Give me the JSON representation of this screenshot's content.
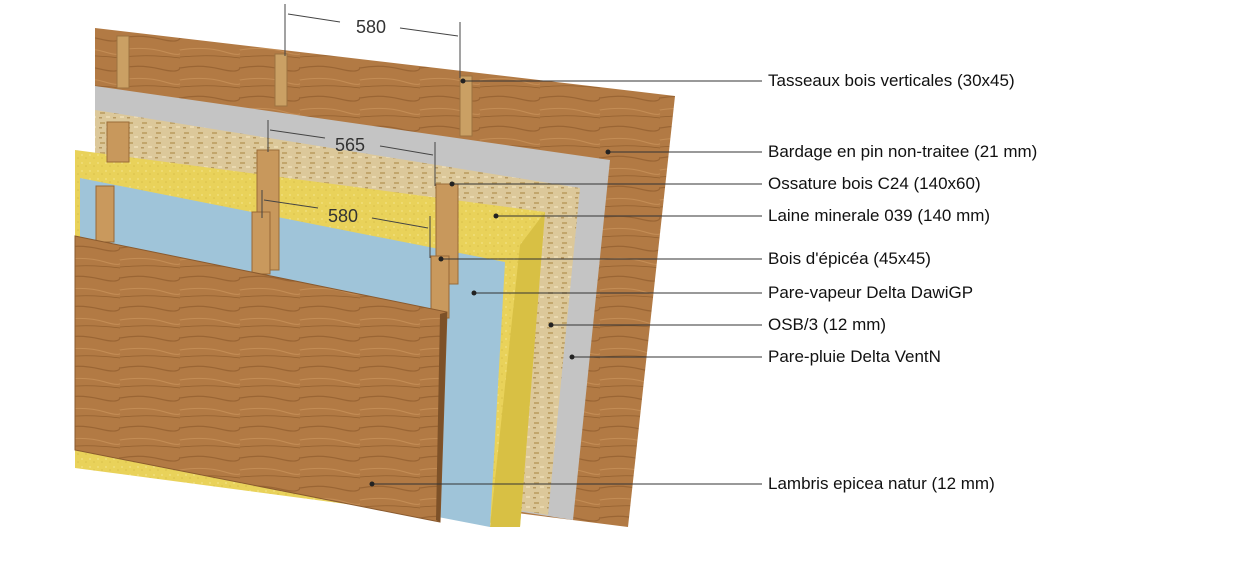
{
  "dimensions": [
    {
      "id": "top",
      "value": "580"
    },
    {
      "id": "middle",
      "value": "565"
    },
    {
      "id": "lower",
      "value": "580"
    }
  ],
  "callouts": [
    {
      "text": "Tasseaux bois verticales (30x45)"
    },
    {
      "text": "Bardage en pin non-traitee (21 mm)"
    },
    {
      "text": "Ossature bois C24 (140x60)"
    },
    {
      "text": "Laine minerale 039 (140 mm)"
    },
    {
      "text": "Bois d'épicéa (45x45)"
    },
    {
      "text": "Pare-vapeur Delta DawiGP"
    },
    {
      "text": "OSB/3 (12 mm)"
    },
    {
      "text": "Pare-pluie Delta VentN"
    },
    {
      "text": "Lambris epicea natur (12 mm)"
    }
  ],
  "colors": {
    "wood": "#b07a45",
    "wood_dark": "#8a5a2e",
    "membrane_grey": "#c9c9c9",
    "osb": "#d9c79a",
    "wool": "#e8d45a",
    "vapour_blue": "#9fc3d8",
    "batten": "#c89a5e"
  }
}
